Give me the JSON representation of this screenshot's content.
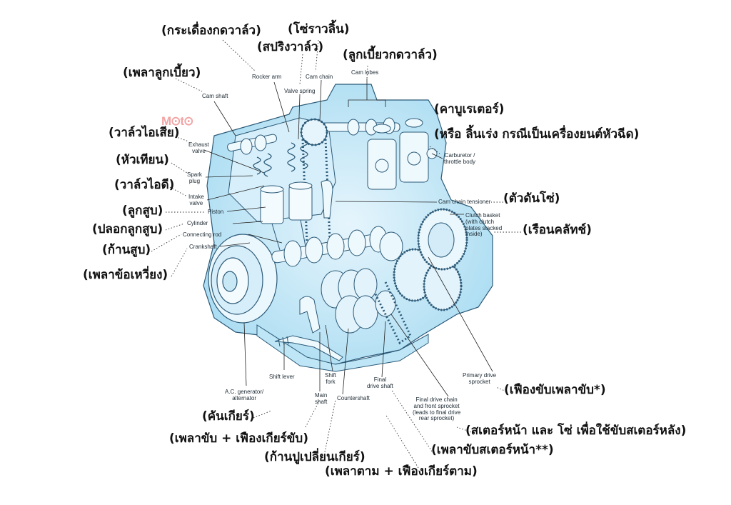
{
  "watermark": "M⊙t⊙",
  "labels_en": {
    "rocker_arm": "Rocker arm",
    "cam_chain": "Cam chain",
    "valve_spring": "Valve spring",
    "cam_lobes": "Cam lobes",
    "cam_shaft": "Cam shaft",
    "exhaust_valve_1": "Exhaust",
    "exhaust_valve_2": "valve",
    "spark_plug_1": "Spark",
    "spark_plug_2": "plug",
    "intake_valve_1": "Intake",
    "intake_valve_2": "valve",
    "piston": "Piston",
    "cylinder": "Cylinder",
    "connecting_rod": "Connecting rod",
    "crankshaft": "Crankshaft",
    "carburetor_1": "Carburetor /",
    "carburetor_2": "throttle body",
    "cam_chain_tensioner": "Cam chain tensioner",
    "clutch_basket_1": "Clutch basket",
    "clutch_basket_2": "(with clutch",
    "clutch_basket_3": "plates stacked",
    "clutch_basket_4": "inside)",
    "primary_drive_1": "Primary drive",
    "primary_drive_2": "sprocket",
    "final_chain_1": "Final drive chain",
    "final_chain_2": "and front sprocket",
    "final_chain_3": "(leads to final drive",
    "final_chain_4": "rear sprocket)",
    "final_shaft_1": "Final",
    "final_shaft_2": "drive shaft",
    "countershaft": "Countershaft",
    "shift_fork_1": "Shift",
    "shift_fork_2": "fork",
    "main_shaft_1": "Main",
    "main_shaft_2": "shaft",
    "shift_lever": "Shift lever",
    "ac_gen_1": "A.C. generator/",
    "ac_gen_2": "alternator"
  },
  "labels_th": {
    "rocker_arm": "(กระเดื่องกดวาล์ว)",
    "cam_chain": "(โซ่ราวลิ้น)",
    "valve_spring": "(สปริงวาล์ว)",
    "cam_lobes": "(ลูกเบี้ยวกดวาล์ว)",
    "cam_shaft": "(เพลาลูกเบี้ยว)",
    "carburetor_1": "(คาบูเรเตอร์)",
    "carburetor_2": "(หรือ ลิ้นเร่ง กรณีเป็นเครื่องยนต์หัวฉีด)",
    "exhaust_valve": "(วาล์วไอเสีย)",
    "spark_plug": "(หัวเทียน)",
    "intake_valve": "(วาล์วไอดี)",
    "piston": "(ลูกสูบ)",
    "cylinder": "(ปลอกลูกสูบ)",
    "connecting_rod": "(ก้านสูบ)",
    "crankshaft": "(เพลาข้อเหวี่ยง)",
    "cam_chain_tensioner": "(ตัวดันโซ่)",
    "clutch_basket": "(เรือนคลัทช์)",
    "primary_drive": "(เฟืองขับเพลาขับ*)",
    "final_chain": "(สเตอร์หน้า และ โซ่ เพื่อใช้ขับสเตอร์หลัง)",
    "final_shaft": "(เพลาขับสเตอร์หน้า**)",
    "shift_lever": "(คันเกียร์)",
    "main_shaft": "(เพลาขับ + เฟืองเกียร์ขับ)",
    "shift_fork": "(ก้านปูเปลี่ยนเกียร์)",
    "countershaft": "(เพลาตาม + เฟืองเกียร์ตาม)"
  }
}
